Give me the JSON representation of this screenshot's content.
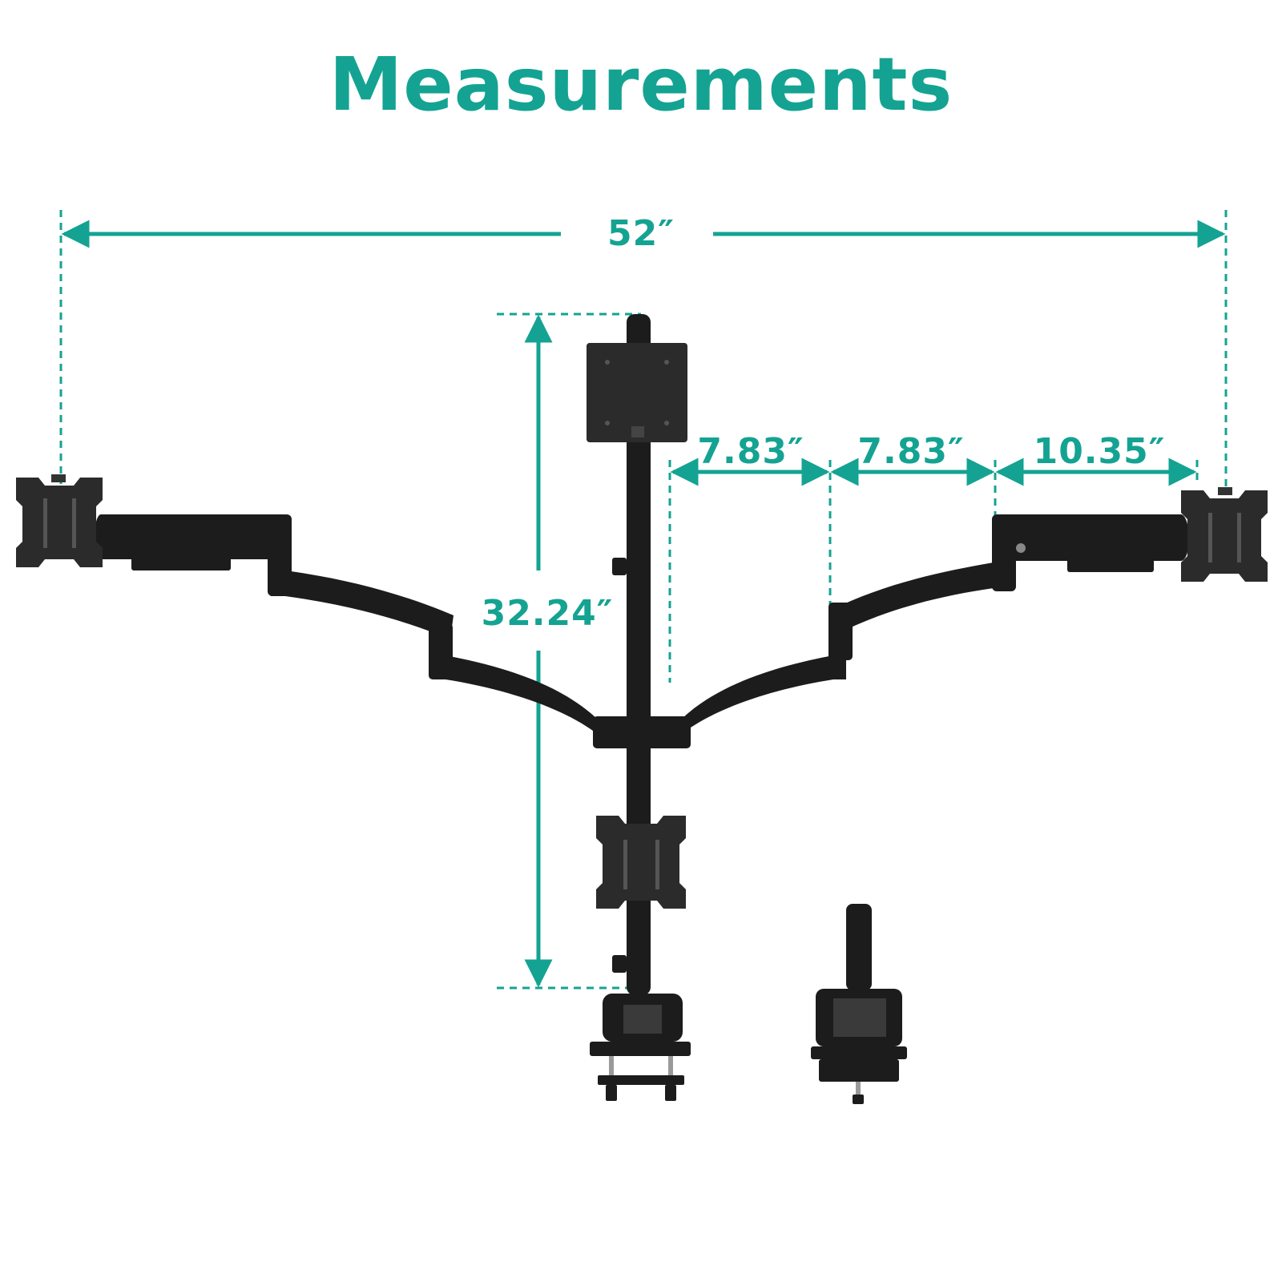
{
  "title": "Measurements",
  "colors": {
    "accent": "#14a392",
    "mount": "#1c1c1c",
    "plate": "#2b2b2b",
    "background": "#ffffff"
  },
  "dimensions": {
    "total_width": "52″",
    "pole_height": "32.24″",
    "arm_segment_1": "7.83″",
    "arm_segment_2": "7.83″",
    "arm_segment_3": "10.35″"
  }
}
